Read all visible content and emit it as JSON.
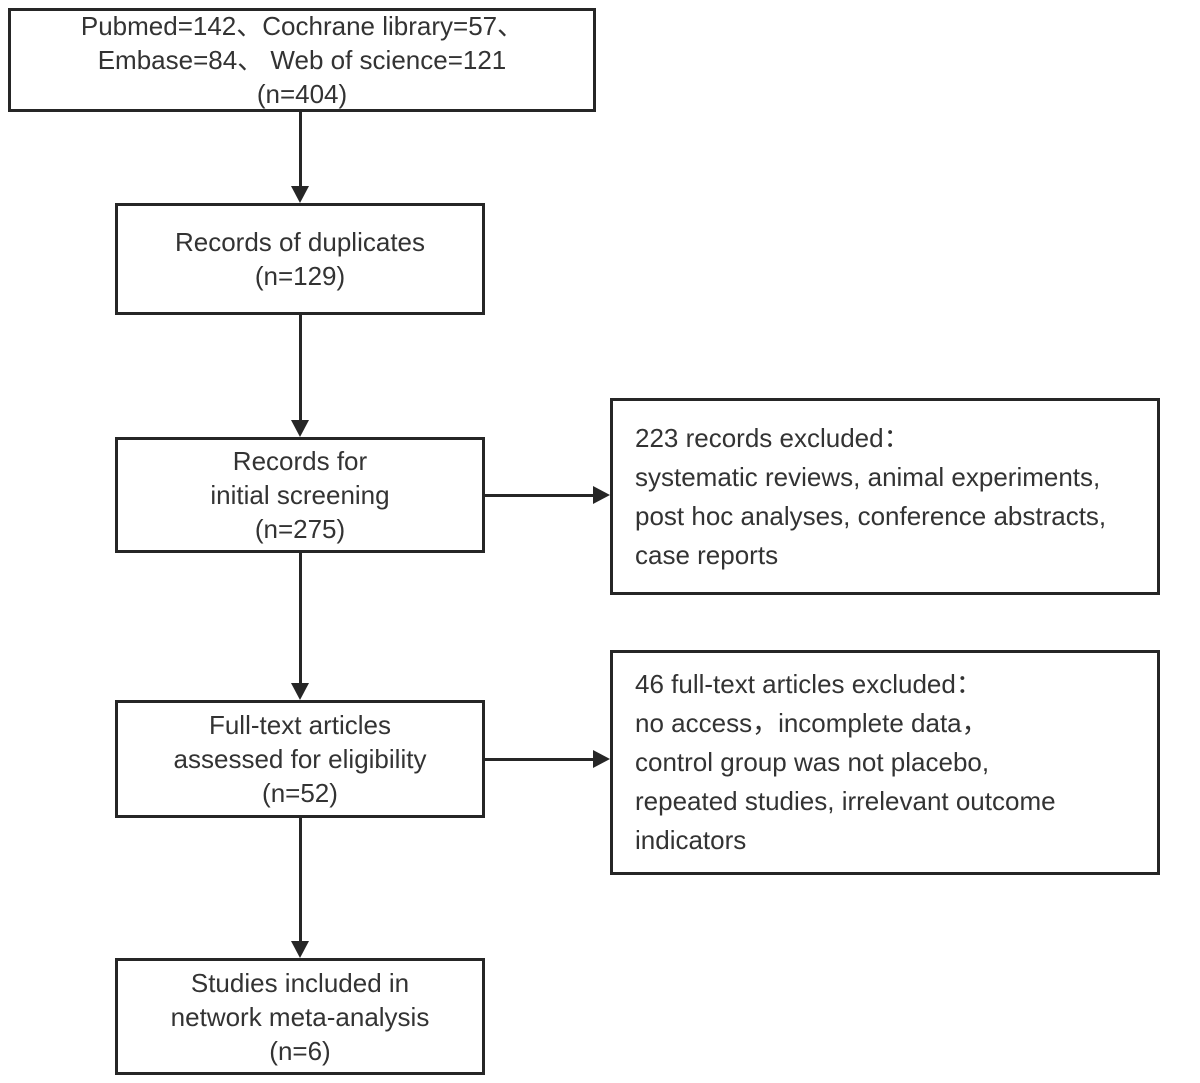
{
  "diagram": {
    "type": "prisma-flowchart",
    "colors": {
      "border": "#262626",
      "arrow": "#262626",
      "text": "#333333",
      "background": "#ffffff"
    },
    "boxes": {
      "sources": {
        "lines": [
          "Pubmed=142、Cochrane library=57、",
          "Embase=84、 Web of science=121",
          "(n=404)"
        ]
      },
      "duplicates": {
        "lines": [
          "Records of duplicates",
          "(n=129)"
        ]
      },
      "initial_screening": {
        "lines": [
          "Records for",
          "initial screening",
          "(n=275)"
        ]
      },
      "fulltext": {
        "lines": [
          "Full-text articles",
          "assessed for eligibility",
          "(n=52)"
        ]
      },
      "included": {
        "lines": [
          "Studies included in",
          "network meta-analysis",
          "(n=6)"
        ]
      },
      "excluded_initial": {
        "lines": [
          "223 records excluded：",
          "systematic reviews, animal experiments,",
          "post hoc analyses, conference abstracts,",
          "case reports"
        ]
      },
      "excluded_fulltext": {
        "lines": [
          "46 full-text articles excluded：",
          "no access，incomplete data，",
          "control group was not placebo,",
          "repeated studies, irrelevant outcome",
          "indicators"
        ]
      }
    }
  }
}
